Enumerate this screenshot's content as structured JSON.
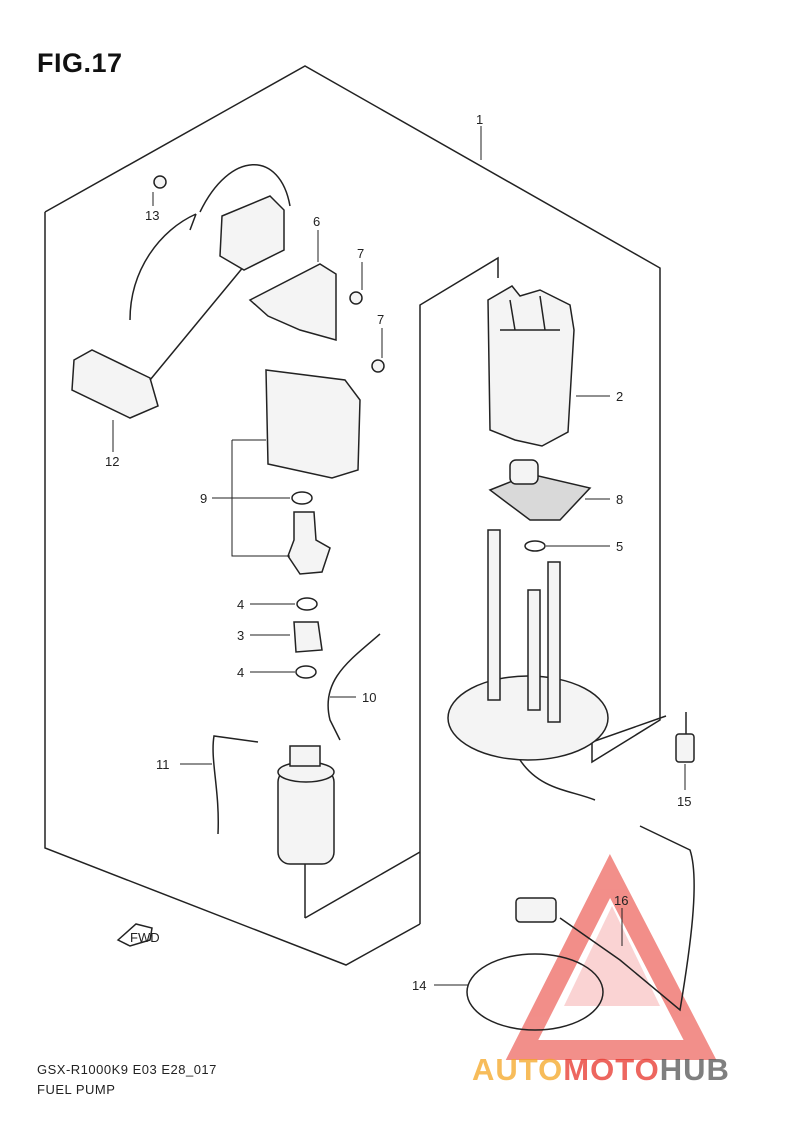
{
  "figure": {
    "title": "FIG.17",
    "code": "GSX-R1000K9 E03 E28_017",
    "name": "FUEL PUMP"
  },
  "callouts": [
    "1",
    "2",
    "3",
    "4",
    "4",
    "5",
    "6",
    "7",
    "7",
    "8",
    "9",
    "10",
    "11",
    "12",
    "13",
    "14",
    "15",
    "16"
  ],
  "watermark": {
    "part1": "AUTO",
    "part2": "MOTO",
    "part3": "HUB",
    "colors": {
      "orange": "#f5a623",
      "red": "#e8332a",
      "gray": "#555555"
    }
  },
  "fwd_label": "FWD"
}
